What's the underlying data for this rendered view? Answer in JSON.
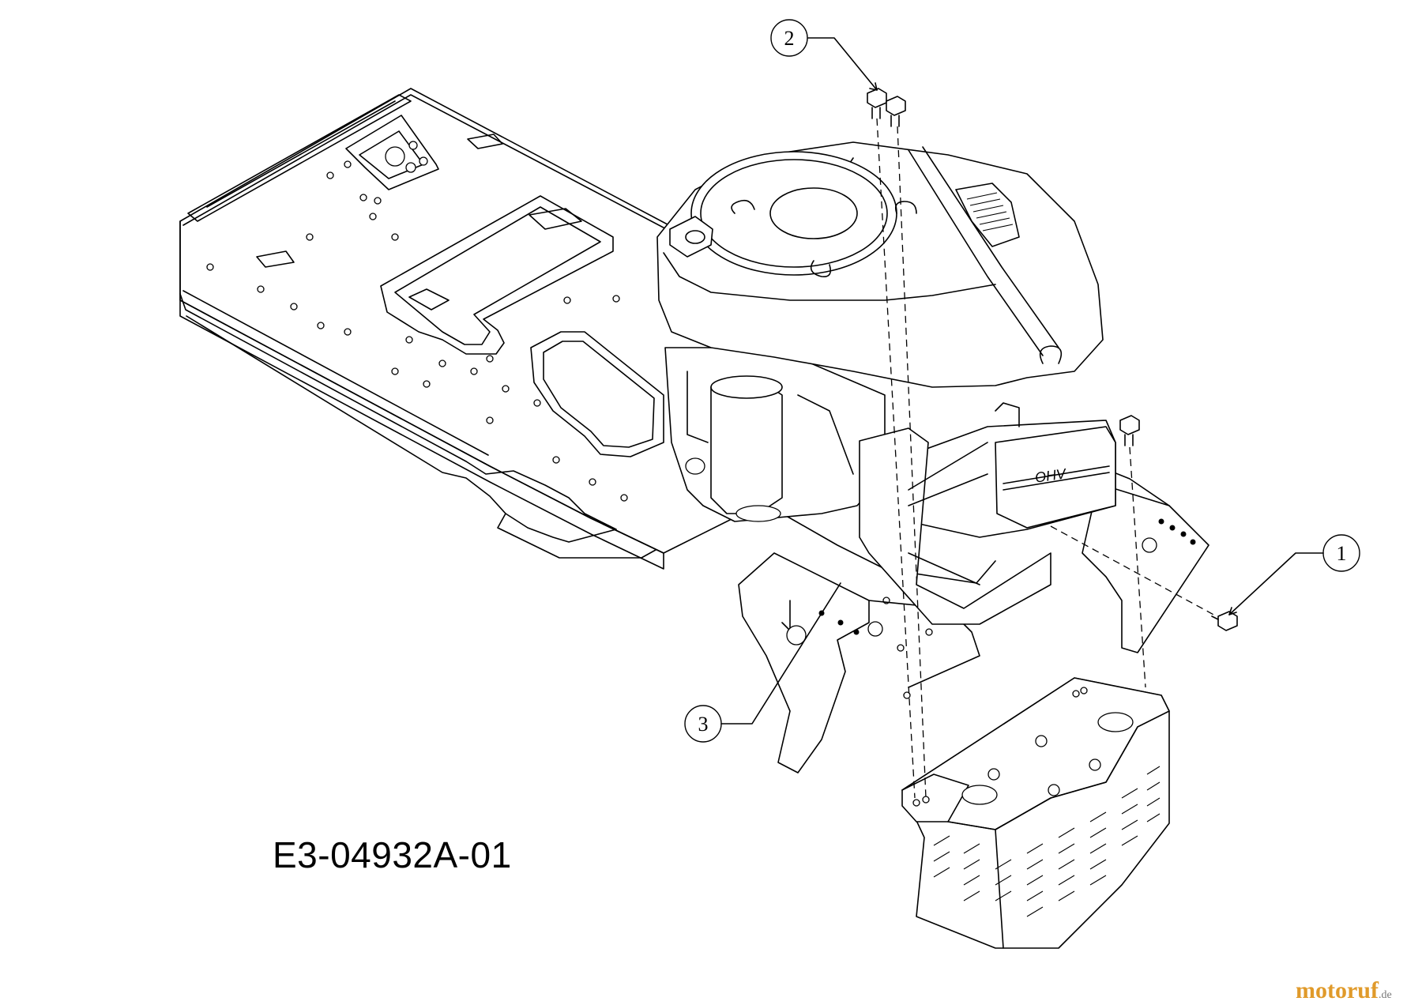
{
  "drawing_number": "E3-04932A-01",
  "callouts": [
    {
      "label": "1",
      "part": "bolt"
    },
    {
      "label": "2",
      "part": "bolts-pair"
    },
    {
      "label": "3",
      "part": "bracket"
    }
  ],
  "engine_badge": "OHV",
  "watermark": {
    "main": "motoruf",
    "suffix": ".de"
  }
}
